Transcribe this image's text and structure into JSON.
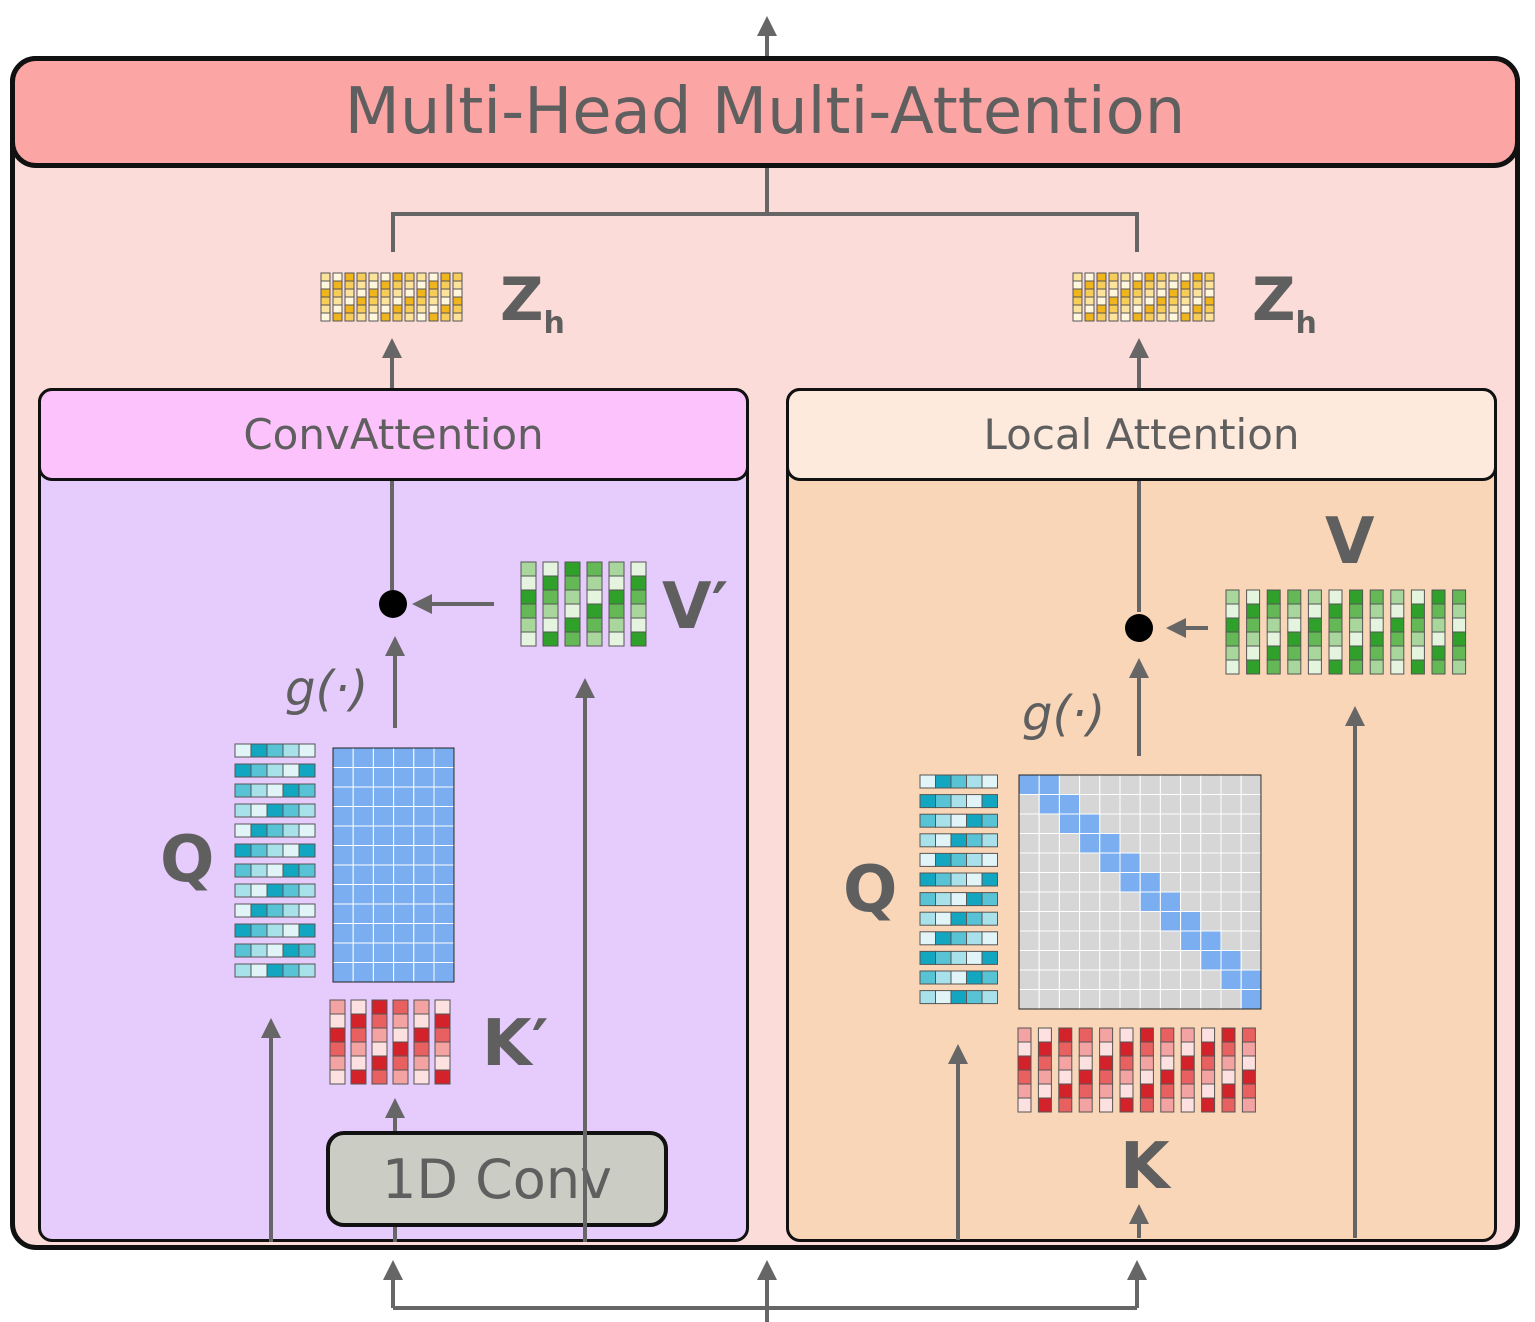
{
  "title": "Multi-Head Multi-Attention",
  "left_panel": {
    "title": "ConvAttention",
    "labels": {
      "q": "Q",
      "k": "K′",
      "v": "V′",
      "g": "g(·)",
      "z": "Z",
      "z_sub": "h"
    },
    "conv_label": "1D Conv"
  },
  "right_panel": {
    "title": "Local Attention",
    "labels": {
      "q": "Q",
      "k": "K",
      "v": "V",
      "g": "g(·)",
      "z": "Z",
      "z_sub": "h"
    }
  },
  "colors": {
    "outer_bg": "#fbdcd9",
    "header_bg": "#fba6a4",
    "left_bg": "#e6ccfc",
    "left_header_bg": "#fbc2fb",
    "right_bg": "#f9d6b7",
    "right_header_bg": "#fdeadd",
    "conv_bg": "#cbccc4",
    "arrow": "#666666",
    "q_palette": [
      "#e1f5f8",
      "#a9e1ea",
      "#57c3d4",
      "#13a6c1"
    ],
    "k_palette": [
      "#fde0e0",
      "#f4a3a3",
      "#e86060",
      "#d3222a"
    ],
    "v_palette": [
      "#e4f4df",
      "#a8d69c",
      "#64b856",
      "#2fa12a"
    ],
    "z_palette": [
      "#fff6dc",
      "#fbe39b",
      "#f7cd5a",
      "#f0b41c"
    ],
    "attn_full": "#7aaef0",
    "attn_band": "#7aaef0",
    "attn_off": "#d6d6d6"
  }
}
